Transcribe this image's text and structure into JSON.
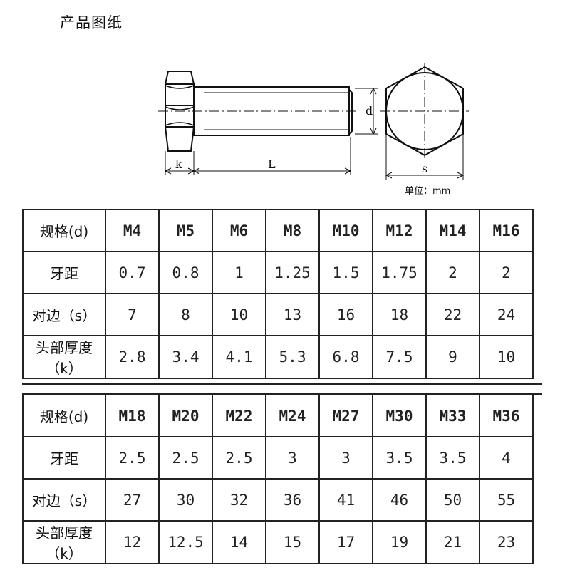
{
  "title": "产品图纸",
  "diagram": {
    "label_k": "k",
    "label_L": "L",
    "label_d": "d",
    "label_s": "s",
    "unit": "单位：mm"
  },
  "table1": {
    "rows": [
      {
        "label": "规格(d)",
        "values": [
          "M4",
          "M5",
          "M6",
          "M8",
          "M10",
          "M12",
          "M14",
          "M16"
        ]
      },
      {
        "label": "牙距",
        "values": [
          "0.7",
          "0.8",
          "1",
          "1.25",
          "1.5",
          "1.75",
          "2",
          "2"
        ]
      },
      {
        "label": "对边（s）",
        "values": [
          "7",
          "8",
          "10",
          "13",
          "16",
          "18",
          "22",
          "24"
        ]
      },
      {
        "label": "头部厚度（k）",
        "values": [
          "2.8",
          "3.4",
          "4.1",
          "5.3",
          "6.8",
          "7.5",
          "9",
          "10"
        ]
      }
    ]
  },
  "table2": {
    "rows": [
      {
        "label": "规格(d)",
        "values": [
          "M18",
          "M20",
          "M22",
          "M24",
          "M27",
          "M30",
          "M33",
          "M36"
        ]
      },
      {
        "label": "牙距",
        "values": [
          "2.5",
          "2.5",
          "2.5",
          "3",
          "3",
          "3.5",
          "3.5",
          "4"
        ]
      },
      {
        "label": "对边（s）",
        "values": [
          "27",
          "30",
          "32",
          "36",
          "41",
          "46",
          "50",
          "55"
        ]
      },
      {
        "label": "头部厚度（k）",
        "values": [
          "12",
          "12.5",
          "14",
          "15",
          "17",
          "19",
          "21",
          "23"
        ]
      }
    ]
  }
}
